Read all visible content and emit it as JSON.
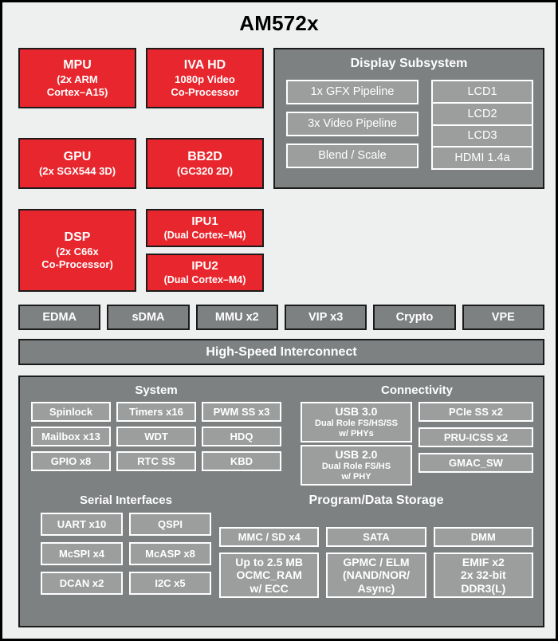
{
  "title": "AM572x",
  "colors": {
    "accent_red": "#e8262d",
    "panel_gray": "#7d8182",
    "cell_gray": "#9c9e9e",
    "background": "#eef0f0",
    "border": "#1b1b1b"
  },
  "processors": [
    {
      "name": "MPU",
      "sub1": "(2x ARM",
      "sub2": "Cortex–A15)"
    },
    {
      "name": "IVA HD",
      "sub1": "1080p Video",
      "sub2": "Co-Processor"
    },
    {
      "name": "GPU",
      "sub1": "(2x SGX544 3D)",
      "sub2": ""
    },
    {
      "name": "BB2D",
      "sub1": "(GC320 2D)",
      "sub2": ""
    },
    {
      "name": "DSP",
      "sub1": "(2x C66x",
      "sub2": "Co-Processor)"
    },
    {
      "name": "IPU1",
      "sub1": "(Dual Cortex–M4)",
      "sub2": ""
    },
    {
      "name": "IPU2",
      "sub1": "(Dual Cortex–M4)",
      "sub2": ""
    }
  ],
  "display_subsystem": {
    "title": "Display Subsystem",
    "pipelines": [
      "1x GFX Pipeline",
      "3x Video Pipeline",
      "Blend / Scale"
    ],
    "outputs": [
      "LCD1",
      "LCD2",
      "LCD3",
      "HDMI 1.4a"
    ]
  },
  "bus_row": [
    "EDMA",
    "sDMA",
    "MMU x2",
    "VIP x3",
    "Crypto",
    "VPE"
  ],
  "interconnect": "High-Speed Interconnect",
  "system": {
    "title": "System",
    "items": [
      "Spinlock",
      "Timers x16",
      "PWM SS x3",
      "Mailbox x13",
      "WDT",
      "HDQ",
      "GPIO x8",
      "RTC SS",
      "KBD"
    ]
  },
  "connectivity": {
    "title": "Connectivity",
    "usb": [
      {
        "l1": "USB 3.0",
        "l2": "Dual Role FS/HS/SS",
        "l3": "w/ PHYs"
      },
      {
        "l1": "USB 2.0",
        "l2": "Dual Role FS/HS",
        "l3": "w/ PHY"
      }
    ],
    "items": [
      "PCIe SS x2",
      "PRU-ICSS x2",
      "GMAC_SW"
    ]
  },
  "serial_interfaces": {
    "title": "Serial Interfaces",
    "items": [
      "UART x10",
      "QSPI",
      "McSPI x4",
      "McASP x8",
      "DCAN x2",
      "I2C x5"
    ]
  },
  "storage": {
    "title": "Program/Data Storage",
    "top_row": [
      "MMC / SD x4",
      "SATA",
      "DMM"
    ],
    "bottom_row": [
      {
        "l1": "Up to 2.5 MB",
        "l2": "OCMC_RAM",
        "l3": "w/ ECC"
      },
      {
        "l1": "GPMC / ELM",
        "l2": "(NAND/NOR/",
        "l3": "Async)"
      },
      {
        "l1": "EMIF x2",
        "l2": "2x 32-bit",
        "l3": "DDR3(L)"
      }
    ]
  }
}
